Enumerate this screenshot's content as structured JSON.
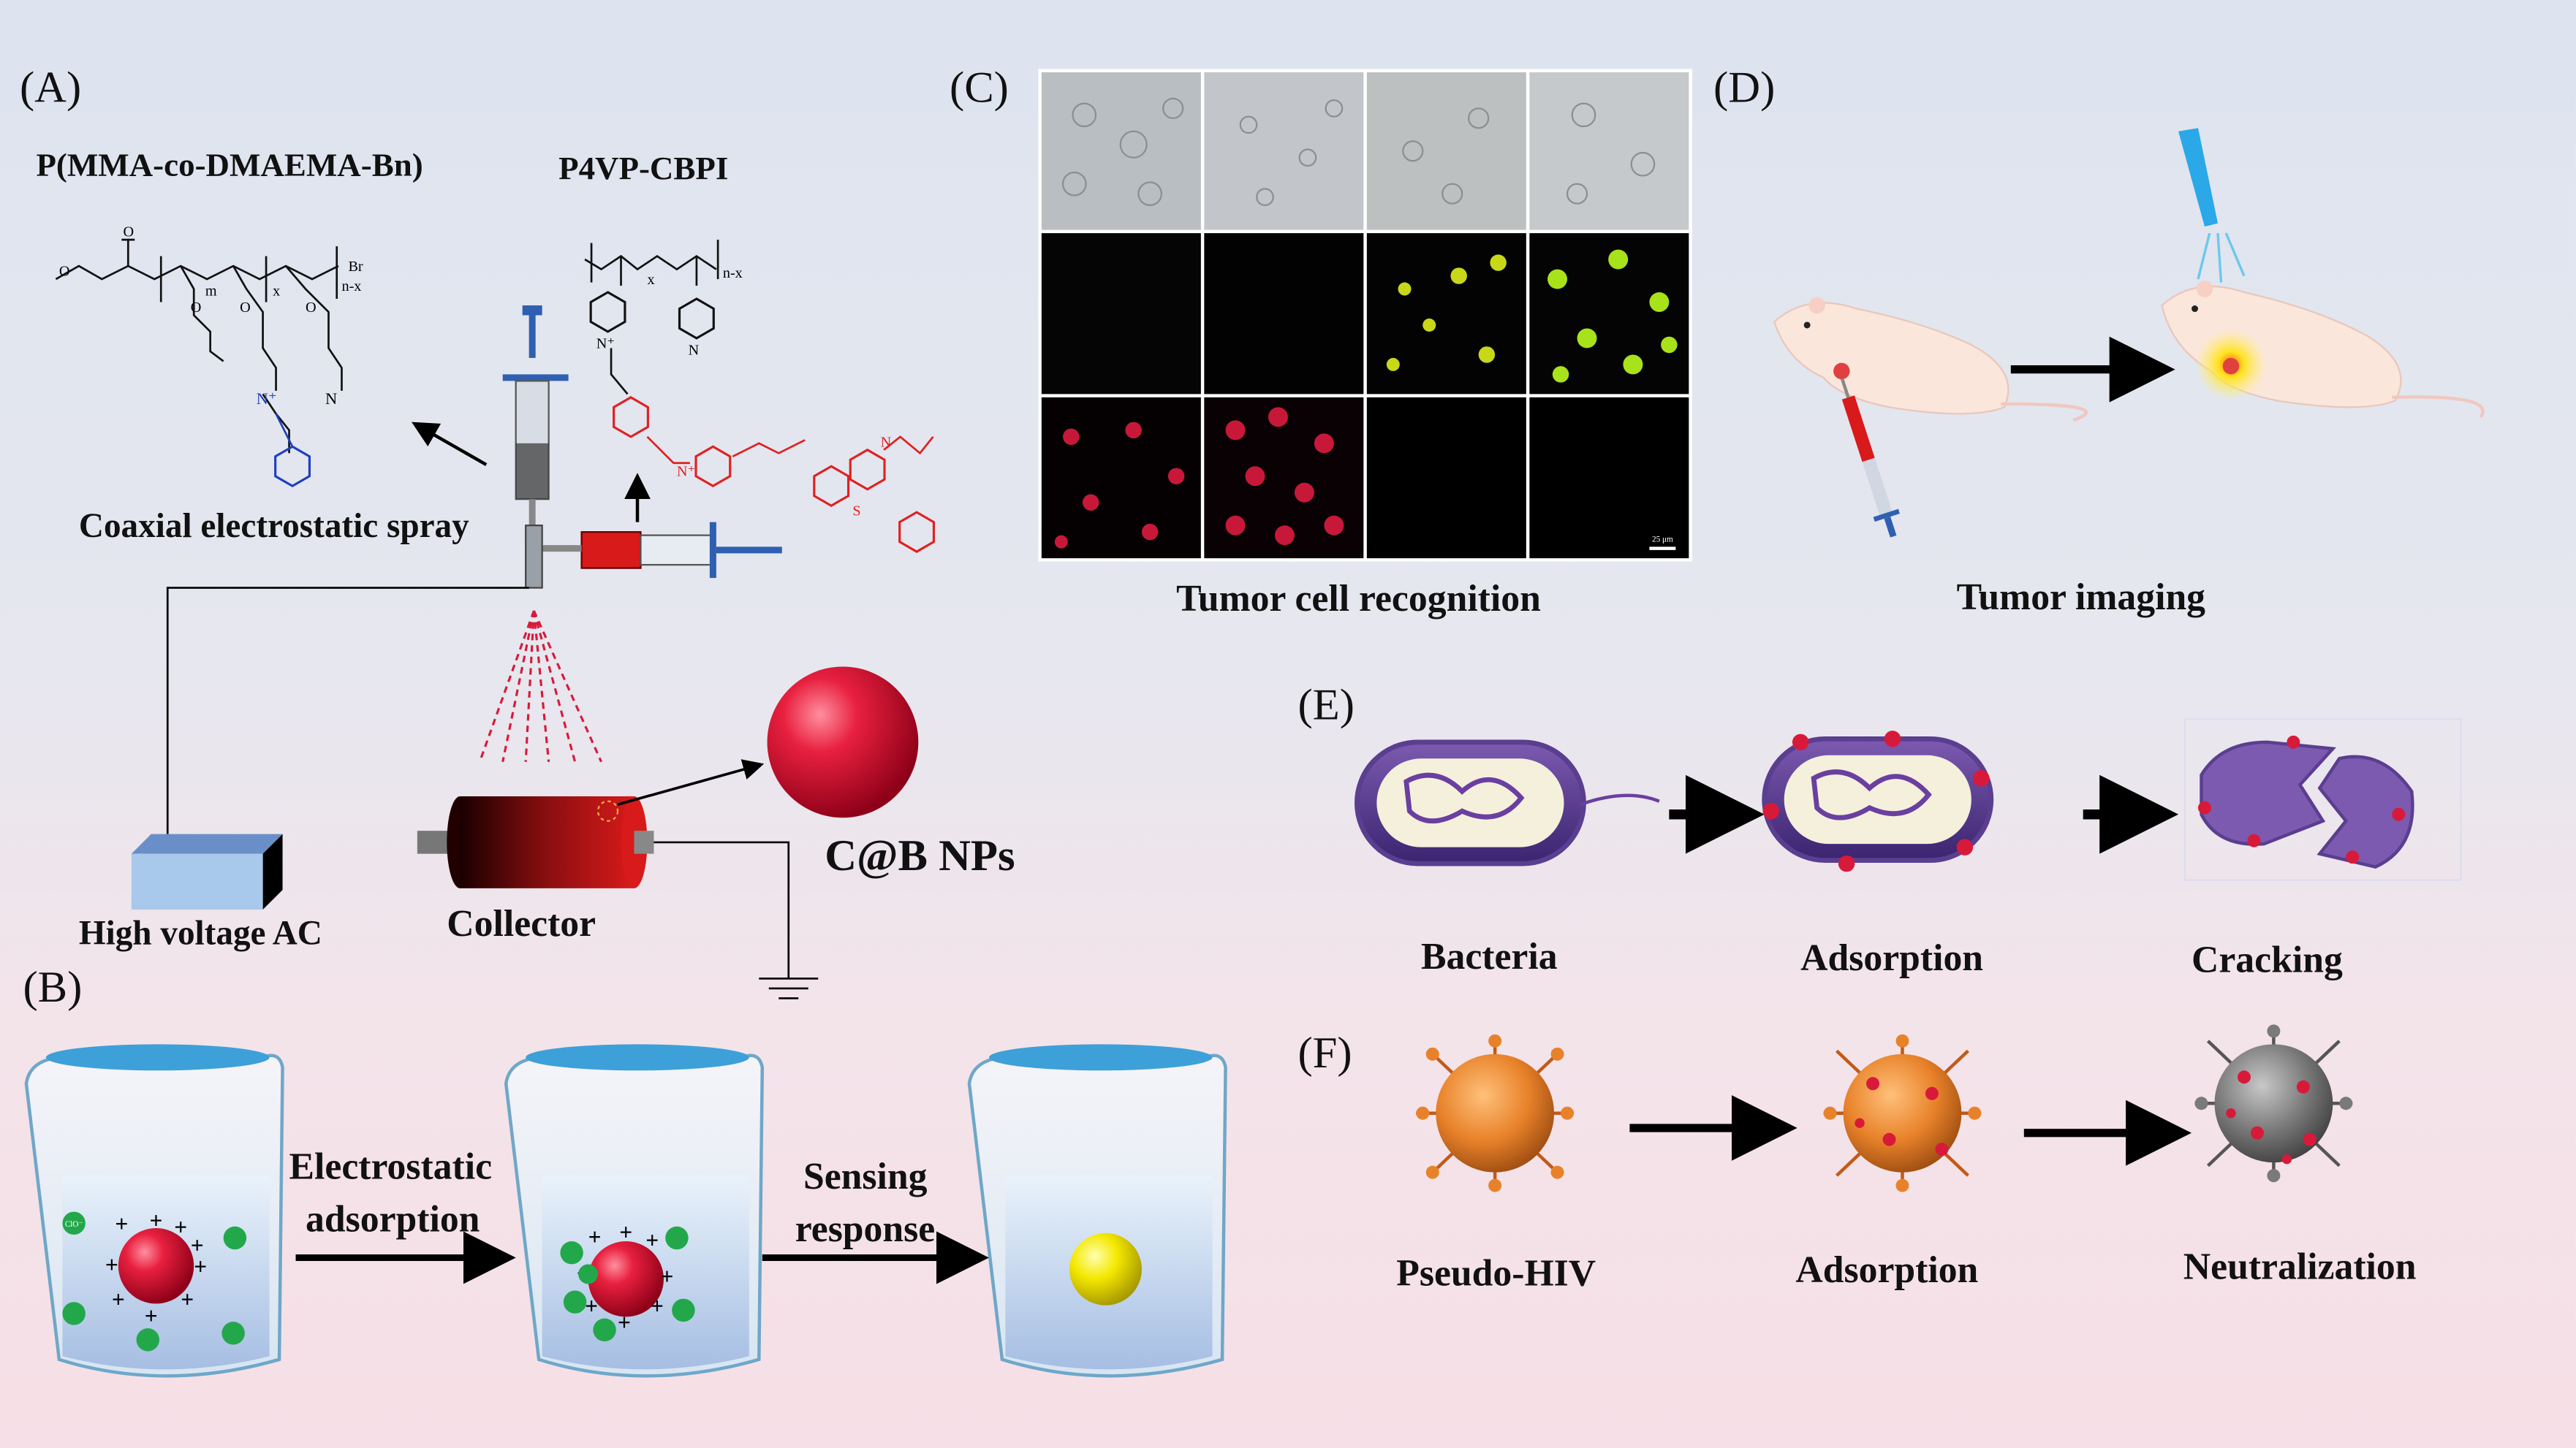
{
  "panels": {
    "a": "(A)",
    "b": "(B)",
    "c": "(C)",
    "d": "(D)",
    "e": "(E)",
    "f": "(F)"
  },
  "panel_a": {
    "polymer1": "P(MMA-co-DMAEMA-Bn)",
    "polymer2": "P4VP-CBPI",
    "spray_label": "Coaxial electrostatic spray",
    "power_label": "High voltage AC",
    "collector_label": "Collector",
    "product_label": "C@B NPs",
    "chem_text": {
      "br": "Br",
      "m": "m",
      "x": "x",
      "nx": "n-x",
      "n": "N",
      "nplus": "N⁺",
      "s": "S"
    }
  },
  "panel_b": {
    "step1": [
      "Electrostatic",
      "adsorption"
    ],
    "step2": [
      "Sensing",
      "response"
    ],
    "ion_label": "ClO⁻"
  },
  "panel_c": {
    "caption": "Tumor cell recognition",
    "scale_bar": "25 μm"
  },
  "panel_d": {
    "caption": "Tumor imaging"
  },
  "panel_e": {
    "steps": [
      "Bacteria",
      "Adsorption",
      "Cracking"
    ]
  },
  "panel_f": {
    "steps": [
      "Pseudo-HIV",
      "Adsorption",
      "Neutralization"
    ]
  },
  "colors": {
    "nanoparticle_red": "#d81a3a",
    "sensed_yellow": "#f2e600",
    "ion_green": "#22a84a",
    "syringe_blue": "#2f5fb0",
    "virus_orange": "#e8822a",
    "virus_grey": "#7a7a7a"
  }
}
